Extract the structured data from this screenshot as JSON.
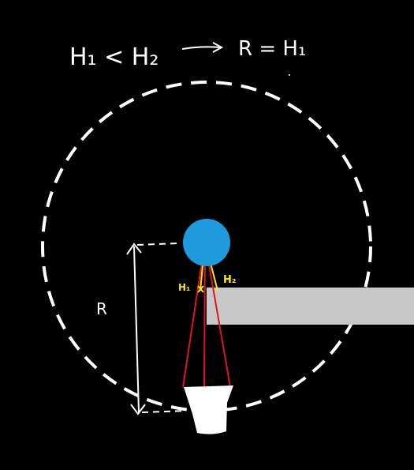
{
  "header": {
    "condition_left": "H₁ < H₂",
    "result": "R = H₁"
  },
  "labels": {
    "radius": "R",
    "h1": "H₁",
    "h2": "H₂"
  },
  "colors": {
    "background": "#000000",
    "foreground": "#ffffff",
    "circle_dash": "#ffffff",
    "pivot_ball": "#1e9bdc",
    "wall": "#c8c8c8",
    "red_rope": "#e0141e",
    "yellow_rope": "#ffe60a",
    "label_yellow": "#ffe60a",
    "stone": "#ffffff"
  },
  "icons": {
    "arrow": "right-arrow-icon"
  }
}
